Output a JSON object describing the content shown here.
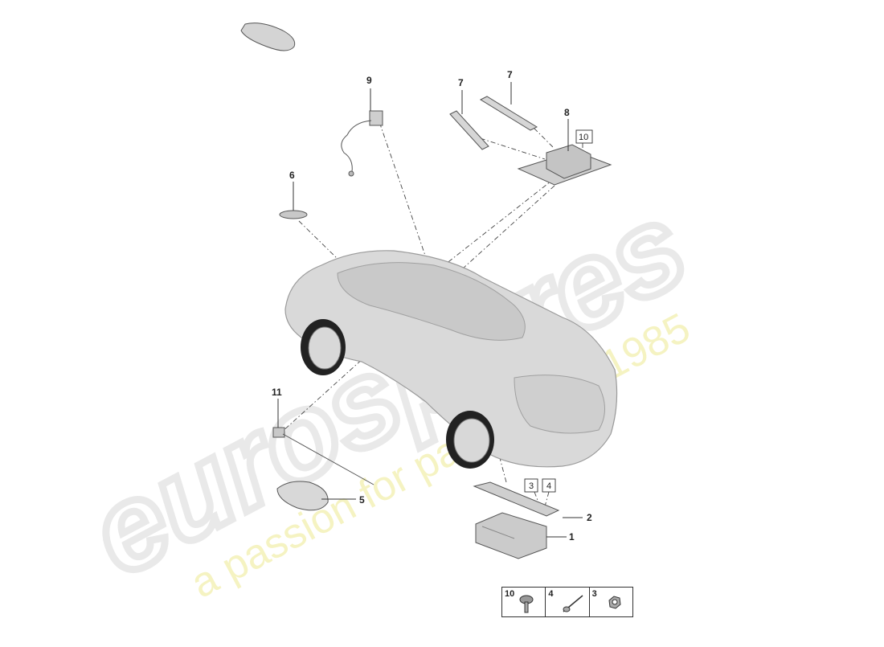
{
  "callouts": {
    "c9": "9",
    "c7a": "7",
    "c7b": "7",
    "c8": "8",
    "c10": "10",
    "c6": "6",
    "c11": "11",
    "c3": "3",
    "c4": "4",
    "c2": "2",
    "c5": "5",
    "c1": "1"
  },
  "legend": {
    "items": [
      {
        "number": "10",
        "icon": "bolt-icon"
      },
      {
        "number": "4",
        "icon": "rivet-icon"
      },
      {
        "number": "3",
        "icon": "nut-icon"
      }
    ]
  },
  "watermark": {
    "brand": "eurospares",
    "tagline": "a passion for parts since 1985",
    "brand_color": "#e8e8e8",
    "tagline_color": "#f3f0b0"
  }
}
